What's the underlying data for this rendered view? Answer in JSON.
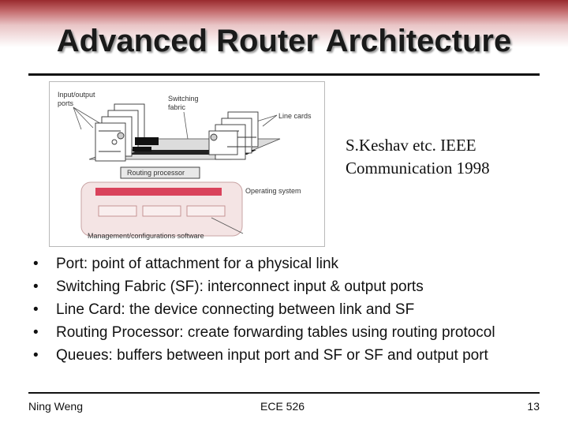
{
  "slide": {
    "title": "Advanced Router Architecture",
    "citation": [
      "S.Keshav etc. IEEE",
      "Communication 1998"
    ],
    "bullets": [
      "Port: point of attachment for a physical link",
      "Switching Fabric (SF): interconnect input & output ports",
      "Line Card: the device connecting between link and SF",
      "Routing Processor: create forwarding tables using routing protocol",
      "Queues: buffers between input port and SF or SF and output port"
    ],
    "bullet_glyph": "•"
  },
  "figure": {
    "labels": {
      "io_ports": [
        "Input/output",
        "ports"
      ],
      "switching_fabric": [
        "Switching",
        "fabric"
      ],
      "line_cards": "Line cards",
      "routing_processor": "Routing processor",
      "operating_system": "Operating system",
      "management": "Management/configurations software"
    },
    "colors": {
      "os_bar": "#d9425b",
      "panel": "#f4e4e4",
      "routing_box": "#e8e8e8"
    }
  },
  "footer": {
    "left": "Ning Weng",
    "center": "ECE 526",
    "right": "13"
  }
}
